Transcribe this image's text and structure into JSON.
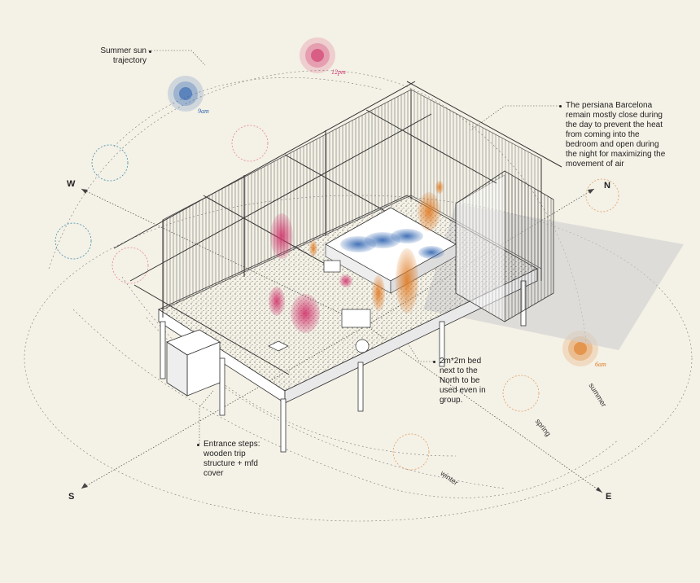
{
  "annotations": {
    "sun_trajectory": "Summer sun trajectory",
    "persiana": "The persiana Barcelona remain mostly close during the day to prevent the heat from coming into the bedroom and open during the night for maximizing the movement of air",
    "bed": "2m*2m bed next to the North to be used even in group.",
    "entrance": "Entrance steps: wooden trip structure + mfd cover"
  },
  "sun_positions": [
    {
      "time": "9am",
      "color": "#2e63b0"
    },
    {
      "time": "12pm",
      "color": "#d0336b"
    },
    {
      "time": "6am",
      "color": "#e07a22"
    }
  ],
  "compass": {
    "west": "W",
    "north": "N",
    "south": "S",
    "east": "E"
  },
  "seasons": {
    "summer": "summer",
    "spring": "spring",
    "winter": "winter"
  }
}
